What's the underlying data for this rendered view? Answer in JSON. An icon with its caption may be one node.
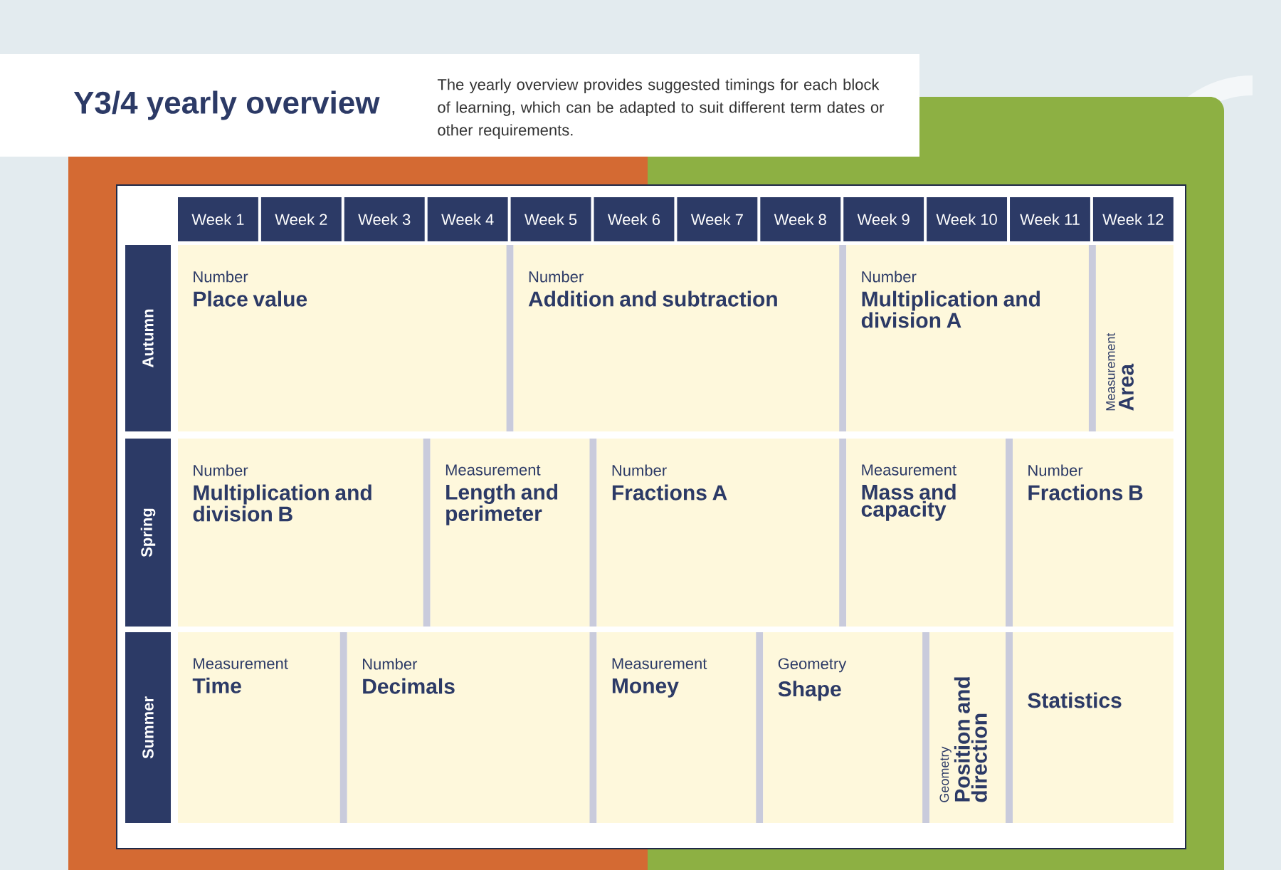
{
  "diagram": {
    "title": "Y3/4 yearly overview",
    "nodes": [
      {
        "text": [
          "Week 1"
        ]
      },
      {
        "text": [
          "Week 2"
        ]
      },
      {
        "text": [
          "Week 3"
        ]
      },
      {
        "text": [
          "Week 4"
        ]
      },
      {
        "text": [
          "Week 5"
        ]
      },
      {
        "text": [
          "Week 6"
        ]
      },
      {
        "text": [
          "Week 7"
        ]
      },
      {
        "text": [
          "Week 8"
        ]
      },
      {
        "text": [
          "Week 9"
        ]
      },
      {
        "text": [
          "Week 10"
        ]
      },
      {
        "text": [
          "Week 11"
        ]
      },
      {
        "text": [
          "Week 12"
        ]
      },
      {
        "text": [
          "Autumn"
        ]
      },
      {
        "text": [
          "Number",
          "Place value"
        ]
      },
      {
        "text": [
          "Number",
          "Addition and subtraction"
        ]
      },
      {
        "text": [
          "Number",
          "Multiplication and division A"
        ]
      },
      {
        "text": [
          "Measurement",
          "Area"
        ]
      },
      {
        "text": [
          "Spring"
        ]
      },
      {
        "text": [
          "Number",
          "Multiplication and division B"
        ]
      },
      {
        "text": [
          "Measurement",
          "Length and perimeter"
        ]
      },
      {
        "text": [
          "Number",
          "Fractions A"
        ]
      },
      {
        "text": [
          "Measurement",
          "Mass and capacity"
        ]
      },
      {
        "text": [
          "Number",
          "Fractions B"
        ]
      },
      {
        "text": [
          "Summer"
        ]
      },
      {
        "text": [
          "Measurement",
          "Time"
        ]
      },
      {
        "text": [
          "Number",
          "Decimals"
        ]
      },
      {
        "text": [
          "Measurement",
          "Money"
        ]
      },
      {
        "text": [
          "Geometry",
          "Shape"
        ]
      },
      {
        "text": [
          "Geometry",
          "Position and direction"
        ]
      },
      {
        "text": [
          "Statistics"
        ]
      }
    ],
    "labels": [
      "The yearly overview provides suggested timings for each block of learning, which can be adapted to suit different term dates or other requirements."
    ]
  }
}
